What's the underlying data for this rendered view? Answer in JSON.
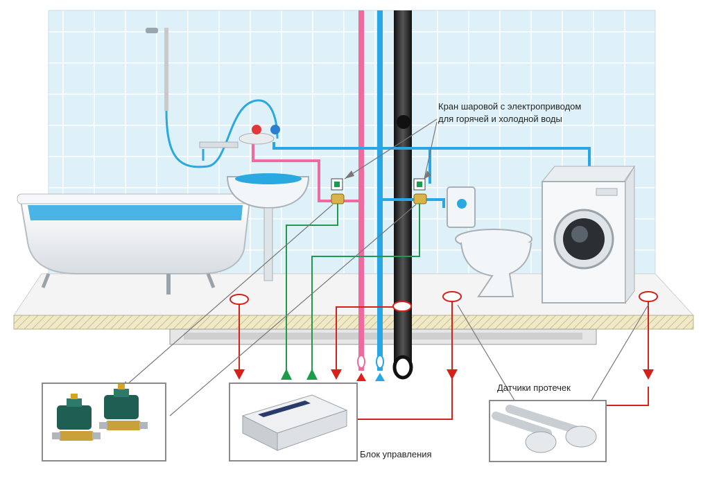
{
  "labels": {
    "valve_line1": "Кран шаровой с электроприводом",
    "valve_line2": "для горячей и холодной воды",
    "sensors": "Датчики  протечек",
    "control_unit": "Блок управления"
  },
  "colors": {
    "wall": "#dff1f8",
    "tile_line": "#ffffff",
    "water": "#2aa8e0",
    "hot_pipe": "#f06aa0",
    "cold_pipe": "#28a6e6",
    "drain_pipe": "#2a2a2a",
    "sensor_wire": "#d6201a",
    "valve_wire": "#1e9a4a",
    "floor": "#efe9c8",
    "box_border": "#8a8a8a"
  }
}
